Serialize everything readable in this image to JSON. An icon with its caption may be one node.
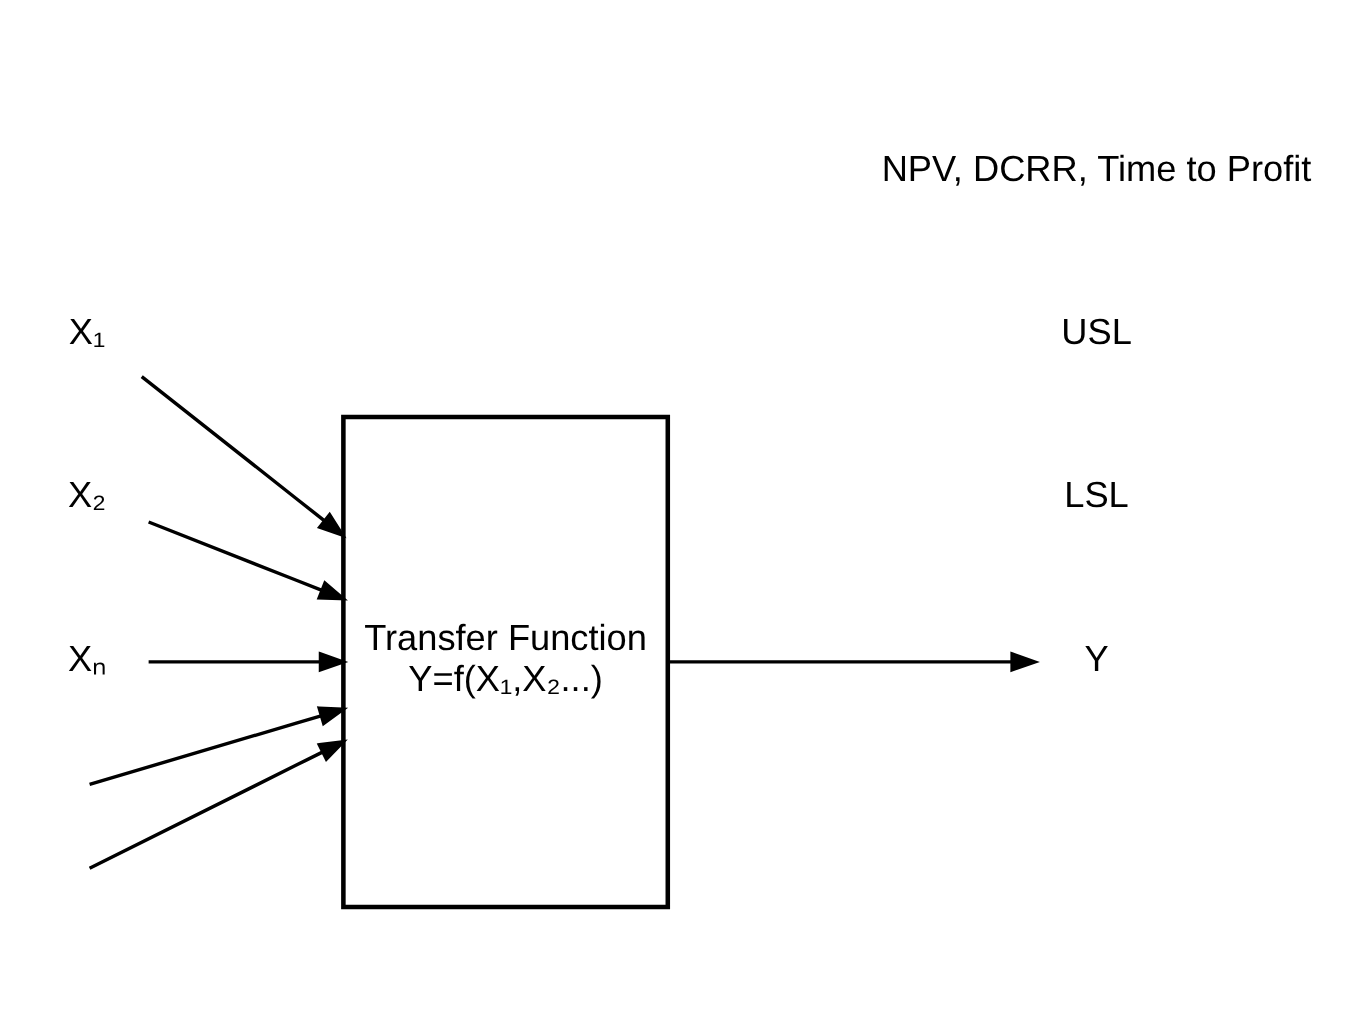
{
  "diagram": {
    "nodes": [
      {
        "text": [
          "Transfer Function",
          "Y=f(X₁,X₂...)"
        ]
      },
      {
        "text": [
          "X₁"
        ]
      },
      {
        "text": [
          "X₂"
        ]
      },
      {
        "text": [
          "Xₙ"
        ]
      },
      {
        "text": [
          "Y"
        ]
      }
    ],
    "edges": [
      {
        "from": 1,
        "to": 0,
        "arrow": "to"
      },
      {
        "from": 2,
        "to": 0,
        "arrow": "to"
      },
      {
        "from": 3,
        "to": 0,
        "arrow": "to"
      },
      {
        "from": null,
        "to": 0,
        "arrow": "to"
      },
      {
        "from": null,
        "to": 0,
        "arrow": "to"
      },
      {
        "from": 0,
        "to": 4,
        "arrow": "to"
      }
    ],
    "labels": [
      "LSL",
      "USL",
      "NPV, DCRR, Time to Profit"
    ]
  }
}
